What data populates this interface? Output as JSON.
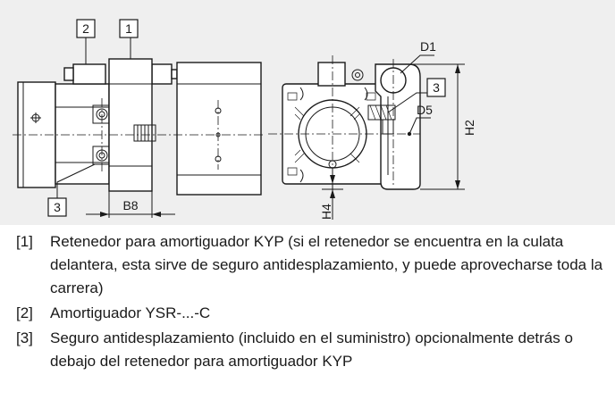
{
  "figure": {
    "callouts": [
      "1",
      "2",
      "3",
      "3"
    ],
    "dimensions": {
      "b8": "B8",
      "d1": "D1",
      "d5": "D5",
      "h2": "H2",
      "h4": "H4"
    }
  },
  "legend": [
    {
      "ref": "[1]",
      "text": "Retenedor para amortiguador KYP (si el retenedor se encuentra en la culata delantera, esta sirve de seguro antidesplazamiento, y puede aprovecharse toda la carrera)"
    },
    {
      "ref": "[2]",
      "text": "Amortiguador YSR-...-C"
    },
    {
      "ref": "[3]",
      "text": "Seguro antidesplazamiento (incluido en el suministro) opcionalmente detrás o debajo del retenedor para amortiguador KYP"
    }
  ]
}
